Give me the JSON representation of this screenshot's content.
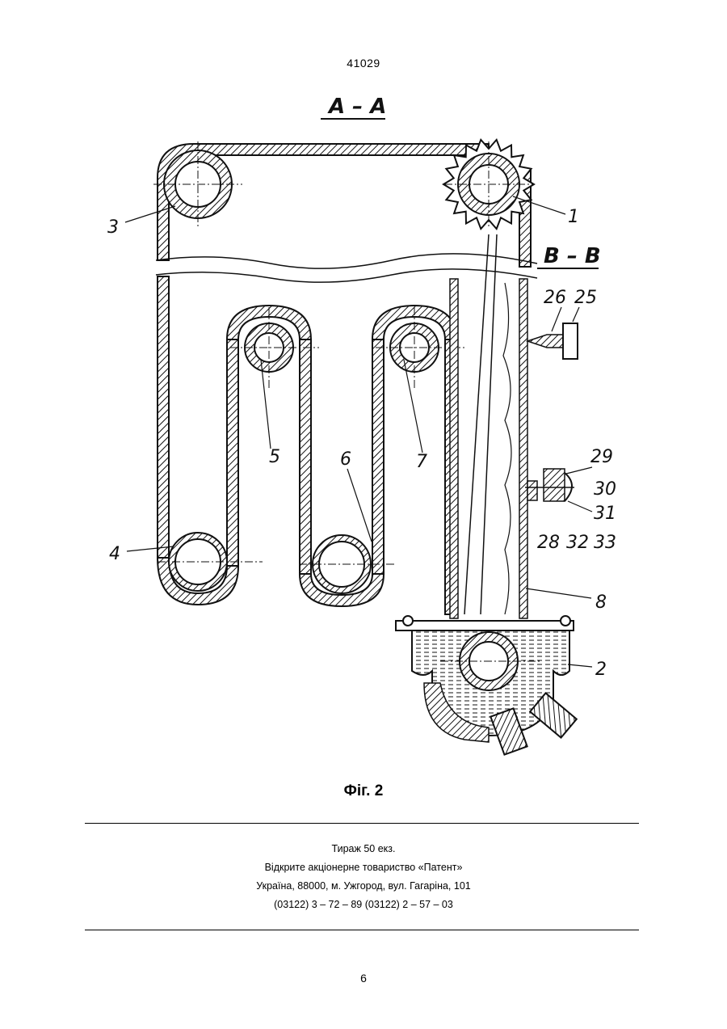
{
  "header": {
    "doc_number": "41029"
  },
  "figure": {
    "section_aa": "А – А",
    "section_bb": "В – В",
    "labels": {
      "l1": "1",
      "l2": "2",
      "l3": "3",
      "l4": "4",
      "l5": "5",
      "l6": "6",
      "l7": "7",
      "l8": "8",
      "l25": "25",
      "l26": "26",
      "l28": "28",
      "l29": "29",
      "l30": "30",
      "l31": "31",
      "l32": "32",
      "l33": "33"
    },
    "caption": "Фіг. 2"
  },
  "imprint": {
    "line1": "Тираж 50 екз.",
    "line2": "Відкрите акціонерне товариство «Патент»",
    "line3": "Україна, 88000, м. Ужгород, вул. Гагаріна, 101",
    "line4": "(03122) 3 – 72 – 89   (03122) 2 – 57 – 03"
  },
  "footer": {
    "page_number": "6"
  }
}
